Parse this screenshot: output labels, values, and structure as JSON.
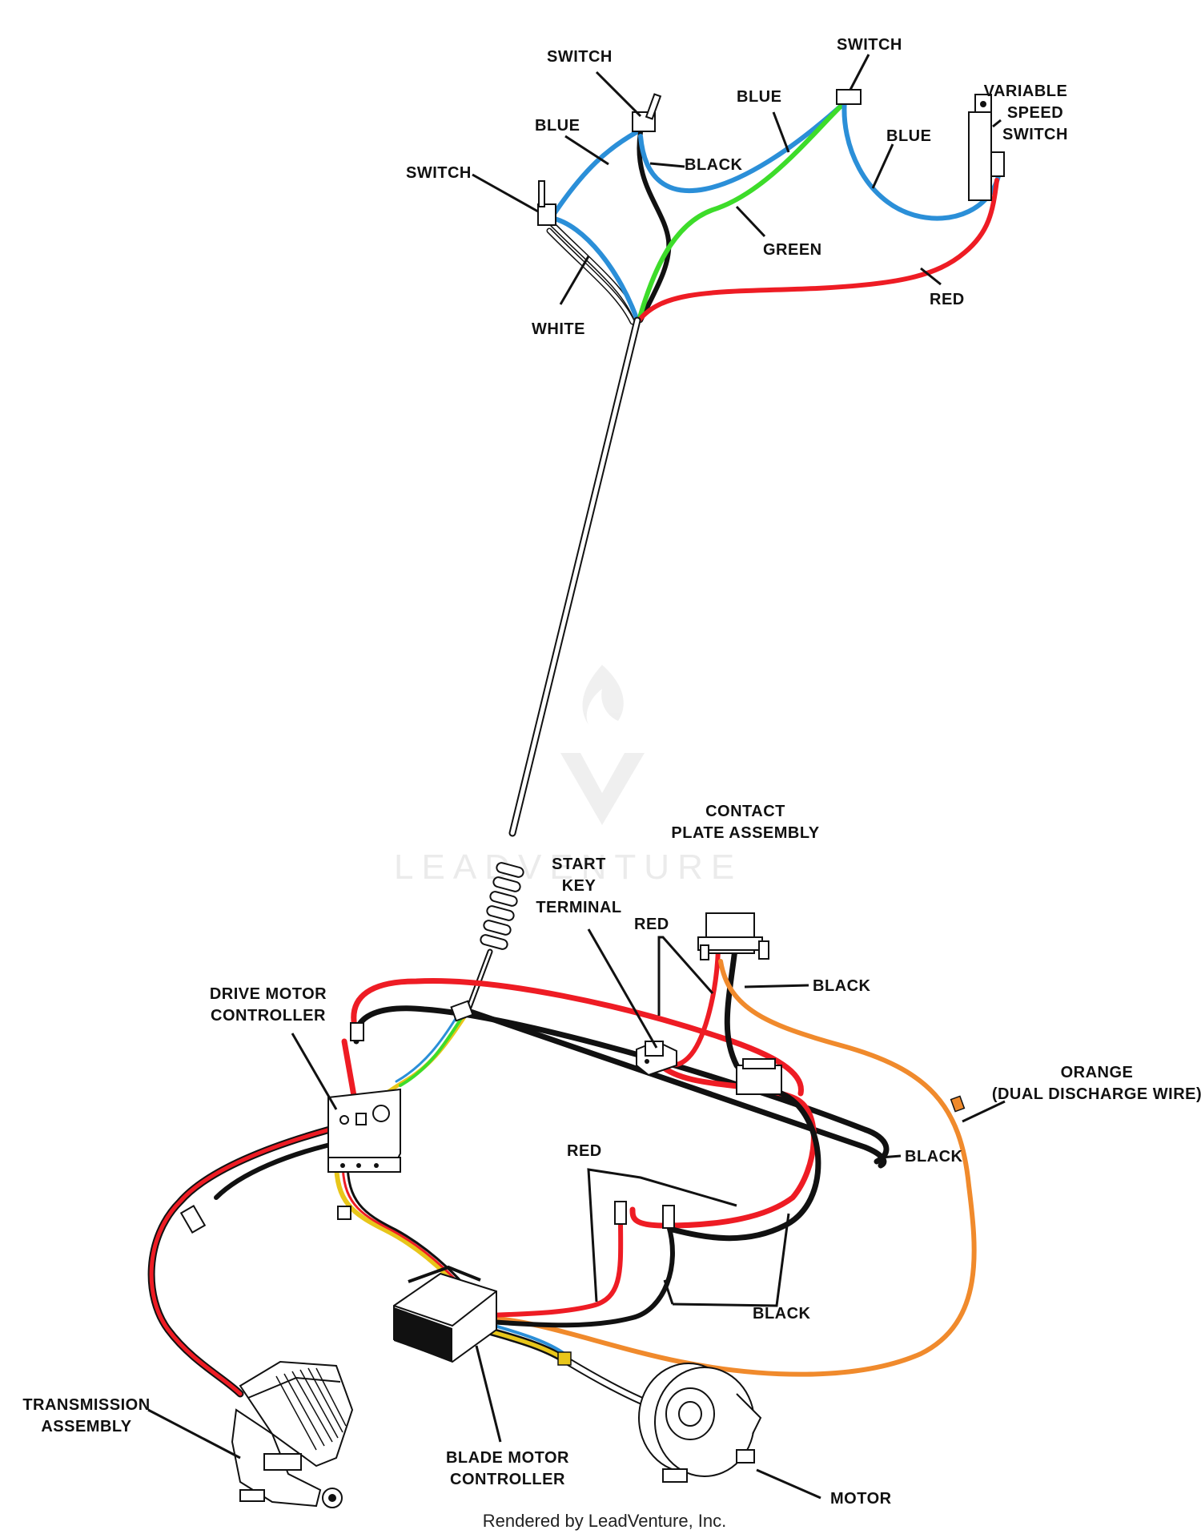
{
  "labels": {
    "switch_top": "SWITCH",
    "switch_top_right": "SWITCH",
    "switch_left": "SWITCH",
    "blue_1": "BLUE",
    "blue_2": "BLUE",
    "blue_3": "BLUE",
    "black_top": "BLACK",
    "green": "GREEN",
    "white": "WHITE",
    "red_top": "RED",
    "variable_speed_switch": [
      "VARIABLE",
      "SPEED",
      "SWITCH"
    ],
    "contact_plate_assembly": [
      "CONTACT",
      "PLATE ASSEMBLY"
    ],
    "start_key_terminal": [
      "START",
      "KEY",
      "TERMINAL"
    ],
    "red_mid": "RED",
    "black_mid": "BLACK",
    "orange_wire": [
      "ORANGE",
      "(DUAL DISCHARGE WIRE)"
    ],
    "black_right": "BLACK",
    "drive_motor_controller": [
      "DRIVE MOTOR",
      "CONTROLLER"
    ],
    "red_lower": "RED",
    "black_lower": "BLACK",
    "transmission_assembly": [
      "TRANSMISSION",
      "ASSEMBLY"
    ],
    "blade_motor_controller": [
      "BLADE MOTOR",
      "CONTROLLER"
    ],
    "motor": "MOTOR"
  },
  "watermark": "LEADVENTURE",
  "footer": "Rendered by LeadVenture, Inc.",
  "colors": {
    "red": "#ee1c24",
    "black": "#111111",
    "blue": "#2b8fd8",
    "green": "#3ddc2a",
    "orange": "#f08a2c",
    "yellow": "#e8c61a",
    "white": "#ffffff"
  }
}
